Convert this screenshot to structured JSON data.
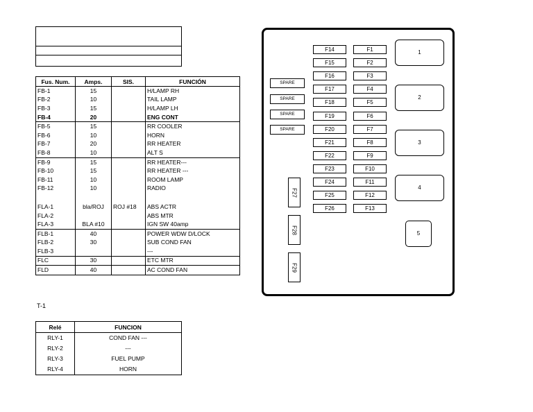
{
  "fuse_table": {
    "headers": [
      "Fus. Num.",
      "Amps.",
      "SIS.",
      "FUNCIÓN"
    ],
    "rows": [
      {
        "num": "FB-1",
        "amps": "15",
        "sis": "",
        "func": "H/LAMP RH",
        "group_top": false,
        "bold": false
      },
      {
        "num": "FB-2",
        "amps": "10",
        "sis": "",
        "func": "TAIL LAMP",
        "group_top": false,
        "bold": false
      },
      {
        "num": "FB-3",
        "amps": "15",
        "sis": "",
        "func": "H/LAMP LH",
        "group_top": false,
        "bold": false
      },
      {
        "num": "FB-4",
        "amps": "20",
        "sis": "",
        "func": "ENG CONT",
        "group_top": false,
        "bold": true
      },
      {
        "num": "FB-5",
        "amps": "15",
        "sis": "",
        "func": "RR COOLER",
        "group_top": true,
        "bold": false
      },
      {
        "num": "FB-6",
        "amps": "10",
        "sis": "",
        "func": "HORN",
        "group_top": false,
        "bold": false
      },
      {
        "num": "FB-7",
        "amps": "20",
        "sis": "",
        "func": "RR HEATER",
        "group_top": false,
        "bold": false
      },
      {
        "num": "FB-8",
        "amps": "10",
        "sis": "",
        "func": "ALT S",
        "group_top": false,
        "bold": false
      },
      {
        "num": "FB-9",
        "amps": "15",
        "sis": "",
        "func": "RR HEATER---",
        "group_top": true,
        "bold": false
      },
      {
        "num": "FB-10",
        "amps": "15",
        "sis": "",
        "func": "RR HEATER ---",
        "group_top": false,
        "bold": false
      },
      {
        "num": "FB-11",
        "amps": "10",
        "sis": "",
        "func": "ROOM LAMP",
        "group_top": false,
        "bold": false
      },
      {
        "num": "FB-12",
        "amps": "10",
        "sis": "",
        "func": "RADIO",
        "group_top": false,
        "bold": false
      },
      {
        "num": "",
        "amps": "",
        "sis": "",
        "func": "",
        "group_top": false,
        "bold": false,
        "blank": true
      },
      {
        "num": "FLA-1",
        "amps": "bla/ROJ",
        "sis": "ROJ #18",
        "func": "ABS ACTR",
        "group_top": false,
        "bold": false
      },
      {
        "num": "FLA-2",
        "amps": "",
        "sis": "",
        "func": "ABS MTR",
        "group_top": false,
        "bold": false
      },
      {
        "num": "FLA-3",
        "amps": "BLA #10",
        "sis": "",
        "func": "IGN SW 40amp",
        "group_top": false,
        "bold": false
      },
      {
        "num": "FLB-1",
        "amps": "40",
        "sis": "",
        "func": "POWER WDW   D/LOCK",
        "group_top": true,
        "bold": false
      },
      {
        "num": "FLB-2",
        "amps": "30",
        "sis": "",
        "func": "SUB COND FAN",
        "group_top": false,
        "bold": false
      },
      {
        "num": "FLB-3",
        "amps": "",
        "sis": "",
        "func": "---",
        "group_top": false,
        "bold": false
      },
      {
        "num": "FLC",
        "amps": "30",
        "sis": "",
        "func": "ETC MTR",
        "group_top": true,
        "bold": false
      },
      {
        "num": "FLD",
        "amps": "40",
        "sis": "",
        "func": "AC COND FAN",
        "group_top": true,
        "bold": false
      }
    ]
  },
  "note": "T-1",
  "relay_table": {
    "headers": [
      "Relé",
      "FUNCION"
    ],
    "rows": [
      {
        "relay": "RLY-1",
        "func": "COND FAN ---"
      },
      {
        "relay": "RLY-2",
        "func": "---"
      },
      {
        "relay": "RLY-3",
        "func": "FUEL PUMP"
      },
      {
        "relay": "RLY-4",
        "func": "HORN"
      }
    ]
  },
  "fuse_box": {
    "left_column": [
      "F14",
      "F15",
      "F16",
      "F17",
      "F18",
      "F19",
      "F20",
      "F21",
      "F22",
      "F23",
      "F24",
      "F25",
      "F26"
    ],
    "right_column": [
      "F1",
      "F2",
      "F3",
      "F4",
      "F5",
      "F6",
      "F7",
      "F8",
      "F9",
      "F10",
      "F11",
      "F12",
      "F13"
    ],
    "spares": [
      "SPARE",
      "SPARE",
      "SPARE",
      "SPARE"
    ],
    "relays": [
      "1",
      "2",
      "3",
      "4"
    ],
    "relay_small": "5",
    "vertical_fuses": [
      "F27",
      "F28",
      "F29"
    ]
  }
}
